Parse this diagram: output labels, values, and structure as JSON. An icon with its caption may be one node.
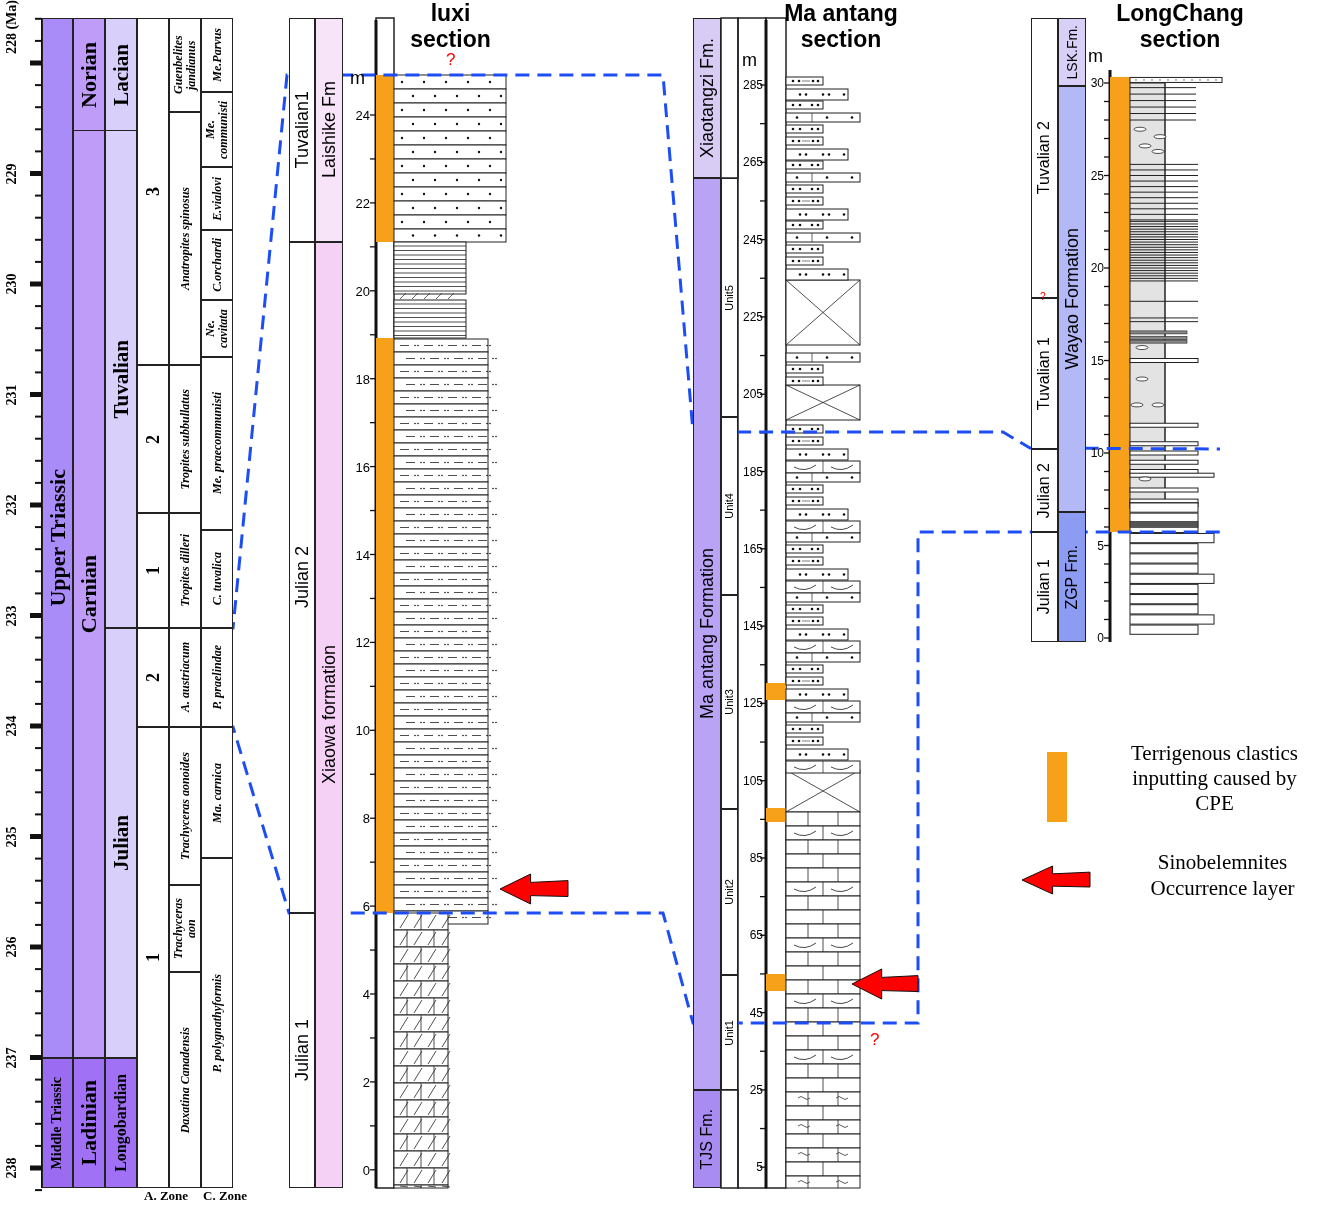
{
  "diagram": {
    "nodes": [
      {
        "text": [
          "Upper Triassic"
        ]
      },
      {
        "text": [
          "Middle Triassic"
        ]
      },
      {
        "text": [
          "Norian"
        ]
      },
      {
        "text": [
          "Carnian"
        ]
      },
      {
        "text": [
          "Ladinian"
        ]
      },
      {
        "text": [
          "Lacian"
        ]
      },
      {
        "text": [
          "Tuvalian"
        ]
      },
      {
        "text": [
          "Julian"
        ]
      },
      {
        "text": [
          "Longobardian"
        ]
      },
      {
        "text": [
          "3"
        ]
      },
      {
        "text": [
          "2"
        ]
      },
      {
        "text": [
          "1"
        ]
      },
      {
        "text": [
          "2"
        ]
      },
      {
        "text": [
          "1"
        ]
      },
      {
        "text": [
          "Guenbelites jandianus"
        ]
      },
      {
        "text": [
          "Anatropites spinosus"
        ]
      },
      {
        "text": [
          "Tropites subbullatus"
        ]
      },
      {
        "text": [
          "Tropites dilleri"
        ]
      },
      {
        "text": [
          "A. austriacum"
        ]
      },
      {
        "text": [
          "Trachyceras aonoides"
        ]
      },
      {
        "text": [
          "Trachyceras aon"
        ]
      },
      {
        "text": [
          "Daxatina Canadensis"
        ]
      },
      {
        "text": [
          "Me.Parvus"
        ]
      },
      {
        "text": [
          "Me. communisti"
        ]
      },
      {
        "text": [
          "E.vialovi"
        ]
      },
      {
        "text": [
          "C.orchardi"
        ]
      },
      {
        "text": [
          "Ne. cavitata"
        ]
      },
      {
        "text": [
          "Me. praecommunisti"
        ]
      },
      {
        "text": [
          "C. tuvalica"
        ]
      },
      {
        "text": [
          "P. praelindae"
        ]
      },
      {
        "text": [
          "Ma. carnica"
        ]
      },
      {
        "text": [
          "P. polygnathyformis"
        ]
      },
      {
        "text": [
          "Tuvalian1"
        ]
      },
      {
        "text": [
          "Julian 2"
        ]
      },
      {
        "text": [
          "Julian 1"
        ]
      },
      {
        "text": [
          "Laishike Fm"
        ]
      },
      {
        "text": [
          "Xiaowa formation"
        ]
      },
      {
        "text": [
          "Xiaotangzi Fm."
        ]
      },
      {
        "text": [
          "Ma antang Formation"
        ]
      },
      {
        "text": [
          "TJS Fm."
        ]
      },
      {
        "text": [
          "Unit5"
        ]
      },
      {
        "text": [
          "Unit4"
        ]
      },
      {
        "text": [
          "Unit3"
        ]
      },
      {
        "text": [
          "Unit2"
        ]
      },
      {
        "text": [
          "Unit1"
        ]
      },
      {
        "text": [
          "Tuvalian 2"
        ]
      },
      {
        "text": [
          "Tuvalian 1"
        ]
      },
      {
        "text": [
          "Julian 2"
        ]
      },
      {
        "text": [
          "Julian 1"
        ]
      },
      {
        "text": [
          "LSK.Fm."
        ]
      },
      {
        "text": [
          "Wayao Formation"
        ]
      },
      {
        "text": [
          "ZGP Fm."
        ]
      }
    ],
    "labels": [
      "228 (Ma)",
      "229",
      "230",
      "231",
      "232",
      "233",
      "234",
      "235",
      "236",
      "237",
      "238",
      "A. Zone",
      "C. Zone",
      "luxi section",
      "?",
      "m",
      "24",
      "22",
      "20",
      "18",
      "16",
      "14",
      "12",
      "10",
      "8",
      "6",
      "4",
      "2",
      "0",
      "Ma antang section",
      "m",
      "285",
      "265",
      "245",
      "225",
      "205",
      "185",
      "165",
      "145",
      "125",
      "105",
      "85",
      "65",
      "45",
      "25",
      "5",
      "?",
      "LongChang section",
      "m",
      "30",
      "25",
      "20",
      "15",
      "10",
      "5",
      "0",
      "?"
    ],
    "legend": [
      {
        "text": "Terrigenous clastics inputting caused by CPE",
        "color": "#f7a11a"
      },
      {
        "text": "Sinobelemnites Occurrence layer"
      }
    ]
  }
}
